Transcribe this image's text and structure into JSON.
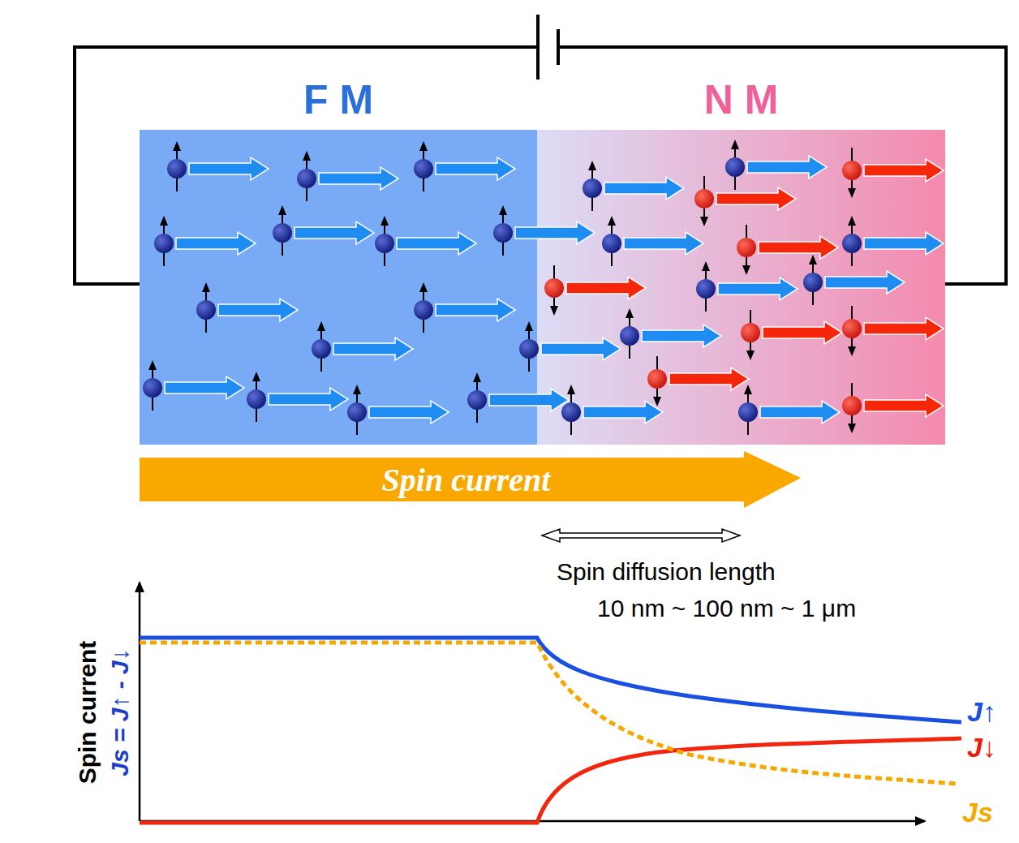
{
  "diagram": {
    "nodes": [
      {
        "text": [
          "F M"
        ]
      },
      {
        "text": [
          "N M"
        ]
      },
      {
        "text": [
          "Spin current"
        ]
      }
    ],
    "edges": [
      {
        "from": 0,
        "to": 1,
        "arrow": "none"
      }
    ],
    "labels": [
      "Spin diffusion length",
      "10 nm ~ 100 nm ~ 1 μm",
      "Spin current",
      "Js = J↑ - J↓",
      "J↑",
      "J↓",
      "Js"
    ]
  }
}
